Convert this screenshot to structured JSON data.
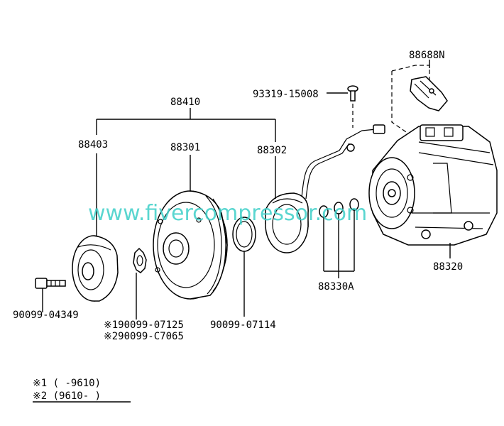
{
  "parts": {
    "p88688N": "88688N",
    "p93319": "93319-15008",
    "p88410": "88410",
    "p88403": "88403",
    "p88301": "88301",
    "p88302": "88302",
    "p88320": "88320",
    "p88330A": "88330A",
    "p90099_04349": "90099-04349",
    "p90099_07125": "※190099-07125",
    "p90099_07065": "※290099-C7065",
    "p90099_07114": "90099-07114"
  },
  "notes": {
    "n1": "※1 (      -9610)",
    "n2": "※2 (9610-      )"
  },
  "watermark": "www.fivercompressor.com"
}
